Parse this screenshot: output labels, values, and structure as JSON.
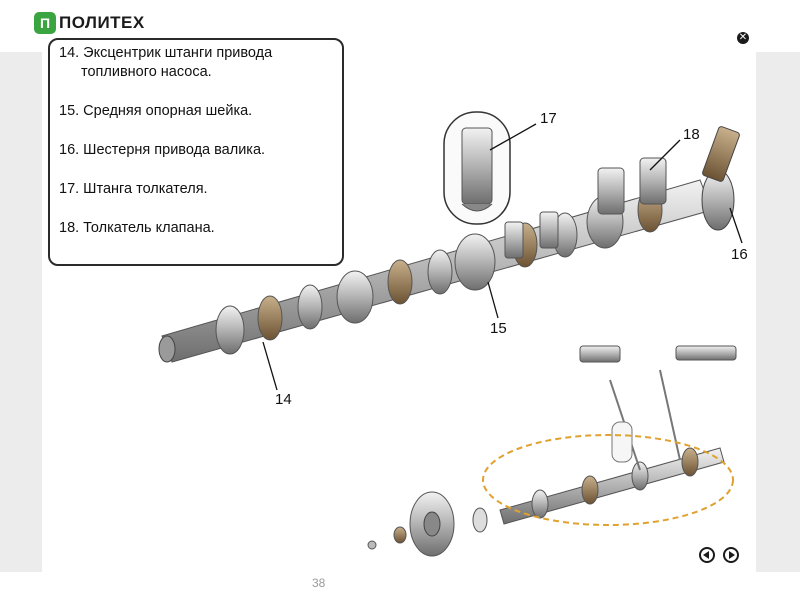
{
  "logo": {
    "mark": "П",
    "text": "ПОЛИТЕХ"
  },
  "legend": [
    {
      "line1": "14. Эксцентрик  штанги привода",
      "line2": "топливного насоса."
    },
    {
      "line1": "15. Средняя опорная шейка."
    },
    {
      "line1": "16. Шестерня привода валика."
    },
    {
      "line1": "17. Штанга толкателя."
    },
    {
      "line1": "18. Толкатель клапана."
    }
  ],
  "callouts": {
    "c14": "14",
    "c15": "15",
    "c16": "16",
    "c17": "17",
    "c18": "18"
  },
  "page_number": "38",
  "icons": {
    "close": "close-icon",
    "prev": "arrow-left-icon",
    "next": "arrow-right-icon"
  },
  "colors": {
    "logo_green": "#3aa540",
    "highlight_dash": "#e0a12e"
  }
}
